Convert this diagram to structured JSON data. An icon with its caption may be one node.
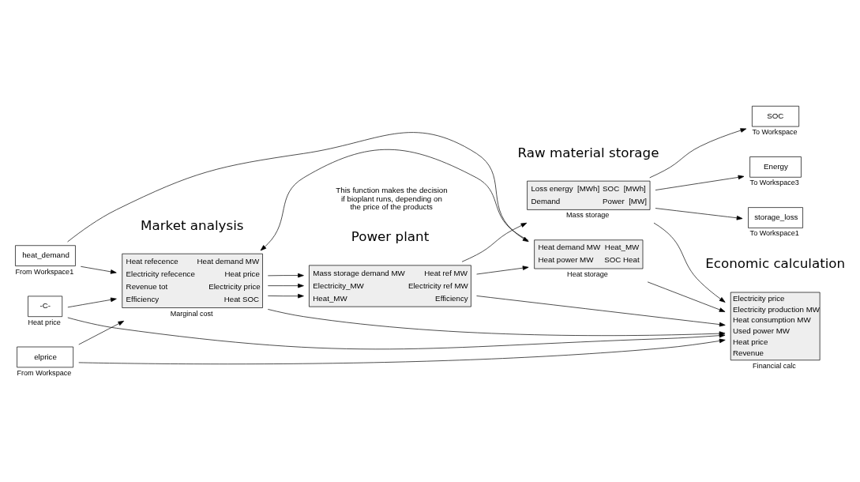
{
  "diagram": {
    "nodes": [
      {
        "text": [
          "heat_demand"
        ],
        "beside": [
          "From Workspace1"
        ]
      },
      {
        "text": [
          "elprice"
        ],
        "beside": [
          "From Workspace"
        ]
      },
      {
        "text": [
          "-C-"
        ],
        "beside": [
          "Heat price"
        ]
      },
      {
        "text": [
          "Heat refecence",
          "Heat demand MW",
          "Electricity refecence",
          "Heat price",
          "Revenue tot",
          "Electricity price",
          "Efficiency",
          "Heat SOC"
        ],
        "beside": [
          "Marginal cost"
        ]
      },
      {
        "text": [
          "Heat demand MW",
          "Heat_MW",
          "Heat power MW",
          "SOC Heat"
        ],
        "beside": [
          "Heat storage"
        ]
      },
      {
        "text": [
          "Loss energy  [MWh]",
          "SOC  [MWh]",
          "Demand",
          "Power  [MW]"
        ],
        "beside": [
          "Mass storage"
        ]
      },
      {
        "text": [
          "storage_loss"
        ],
        "beside": [
          "To Workspace1"
        ]
      },
      {
        "text": [
          "SOC"
        ],
        "beside": [
          "To Workspace"
        ]
      },
      {
        "text": [
          "Energy"
        ],
        "beside": [
          "To Workspace3"
        ]
      },
      {
        "text": [
          "Mass storage demand MW",
          "Heat ref MW",
          "Electricity_MW",
          "Electricity ref MW",
          "Heat_MW",
          "Efficiency"
        ]
      },
      {
        "text": [
          "Electricity price",
          "Electricity production MW",
          "Heat consumption MW",
          "Used power MW",
          "Heat price",
          "Revenue"
        ],
        "beside": [
          "Financial calc"
        ]
      }
    ],
    "edges": [
      {
        "from": 0,
        "to": 3,
        "arrow": "to"
      },
      {
        "from": 0,
        "to": 4,
        "arrow": "to"
      },
      {
        "from": 2,
        "to": 3,
        "arrow": "to"
      },
      {
        "from": 2,
        "to": 10,
        "arrow": "to"
      },
      {
        "from": 1,
        "to": 3,
        "arrow": "to"
      },
      {
        "from": 1,
        "to": 10,
        "arrow": "to"
      },
      {
        "from": 4,
        "to": 3,
        "arrow": "to"
      },
      {
        "from": 3,
        "to": 9,
        "arrow": "to"
      },
      {
        "from": 3,
        "to": 9,
        "arrow": "to"
      },
      {
        "from": 3,
        "to": 9,
        "arrow": "to"
      },
      {
        "from": 3,
        "to": 10,
        "arrow": "to"
      },
      {
        "from": 4,
        "to": 10,
        "arrow": "to"
      },
      {
        "from": 9,
        "to": 4,
        "arrow": "to"
      },
      {
        "from": 9,
        "to": 5,
        "arrow": "to"
      },
      {
        "from": 9,
        "to": 10,
        "arrow": "to"
      },
      {
        "from": 5,
        "to": 6,
        "arrow": "to"
      },
      {
        "from": 5,
        "to": 7,
        "arrow": "to"
      },
      {
        "from": 5,
        "to": 8,
        "arrow": "to"
      },
      {
        "from": 5,
        "to": 10,
        "arrow": "to"
      }
    ],
    "labels": [
      "Market analysis",
      "This function makes the decision if bioplant runs, depending on the price of the products",
      "Raw material storage",
      "Power plant",
      "Economic calculation"
    ]
  }
}
